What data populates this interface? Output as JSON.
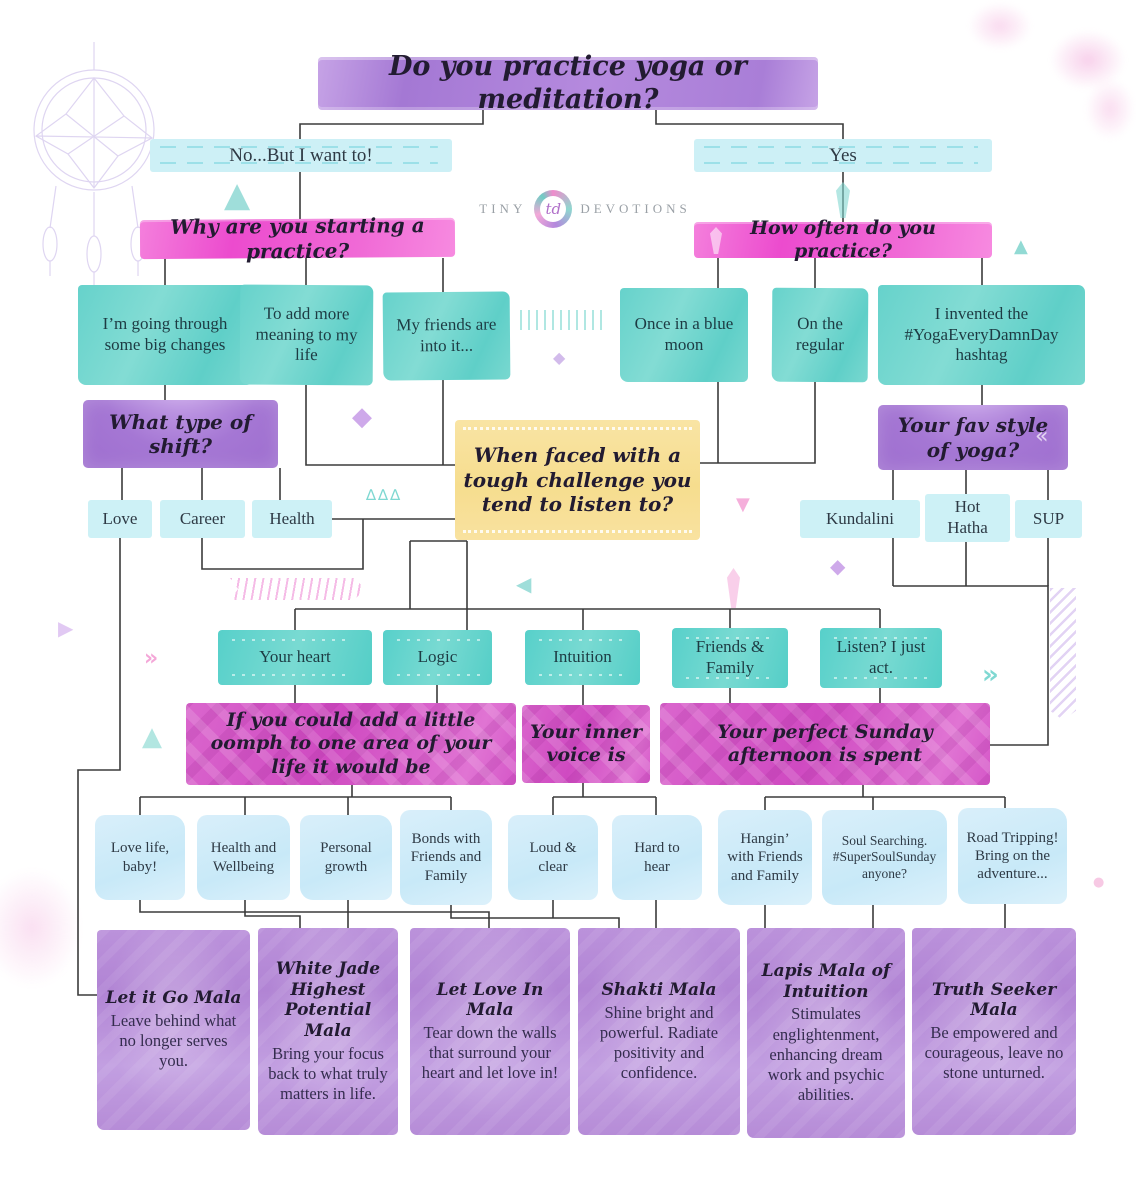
{
  "brand": {
    "word_left": "TINY",
    "word_right": "DEVOTIONS",
    "monogram": "td"
  },
  "root": {
    "question": "Do you practice yoga or meditation?",
    "no": "No...But I want to!",
    "yes": "Yes"
  },
  "left_branch": {
    "question": "Why are you starting a practice?",
    "answers": {
      "changes": "I’m going through some big changes",
      "meaning": "To add more meaning to my life",
      "friends": "My friends are into it..."
    },
    "shift": {
      "question": "What type of shift?",
      "love": "Love",
      "career": "Career",
      "health": "Health"
    }
  },
  "right_branch": {
    "question": "How often do you practice?",
    "answers": {
      "blue_moon": "Once in a blue moon",
      "regular": "On the regular",
      "hashtag": "I invented the #YogaEveryDamnDay hashtag"
    },
    "style": {
      "question": "Your fav style of yoga?",
      "kundalini": "Kundalini",
      "hot_hatha": "Hot Hatha",
      "sup": "SUP"
    }
  },
  "challenge": {
    "question": "When faced with a tough challenge you tend to listen to?",
    "heart": "Your heart",
    "logic": "Logic",
    "intuition": "Intuition",
    "friends_family": "Friends & Family",
    "listen": "Listen? I just act."
  },
  "oomph": {
    "question": "If you could add a little oomph to one area of your life  it would be",
    "love_life": "Love life, baby!",
    "health": "Health and Wellbeing",
    "growth": "Personal growth",
    "bonds": "Bonds with Friends and Family"
  },
  "inner_voice": {
    "question": "Your inner voice is",
    "loud": "Loud & clear",
    "hard": "Hard to hear"
  },
  "sunday": {
    "question": "Your perfect Sunday afternoon is spent",
    "hangin": "Hangin’ with Friends and Family",
    "soul": "Soul Searching. #SuperSoulSunday anyone?",
    "road": "Road Tripping! Bring on the adventure..."
  },
  "malas": [
    {
      "name": "Let it Go Mala",
      "description": "Leave behind what no longer serves you."
    },
    {
      "name": "White Jade Highest Potential Mala",
      "description": "Bring your focus back to what truly matters in life."
    },
    {
      "name": "Let Love In Mala",
      "description": "Tear down the walls that surround your heart and let love in!"
    },
    {
      "name": "Shakti Mala",
      "description": "Shine bright and powerful. Radiate positivity and confidence."
    },
    {
      "name": "Lapis Mala of Intuition",
      "description": "Stimulates englightenment, enhancing dream work and psychic abilities."
    },
    {
      "name": "Truth Seeker Mala",
      "description": "Be empowered and courageous, leave no stone unturned."
    }
  ],
  "icons": {
    "triangle_up": "▲",
    "triangle_down": "▼",
    "triangle_left": "◀",
    "triangle_right": "▶",
    "diamond": "◆",
    "chevrons_right": "»",
    "chevrons_left": "«",
    "triple_triangles": "∆∆∆",
    "dot": "●"
  },
  "colors": {
    "purple": "#a97ed7",
    "pink": "#ee5cd3",
    "teal": "#5fd0ca",
    "light_cyan": "#cdf0f6",
    "yellow": "#f8e09c",
    "magenta": "#d355c7",
    "light_blue": "#d3ecf8",
    "mala_purple": "#b78dd8",
    "line": "#3b3b3b"
  }
}
